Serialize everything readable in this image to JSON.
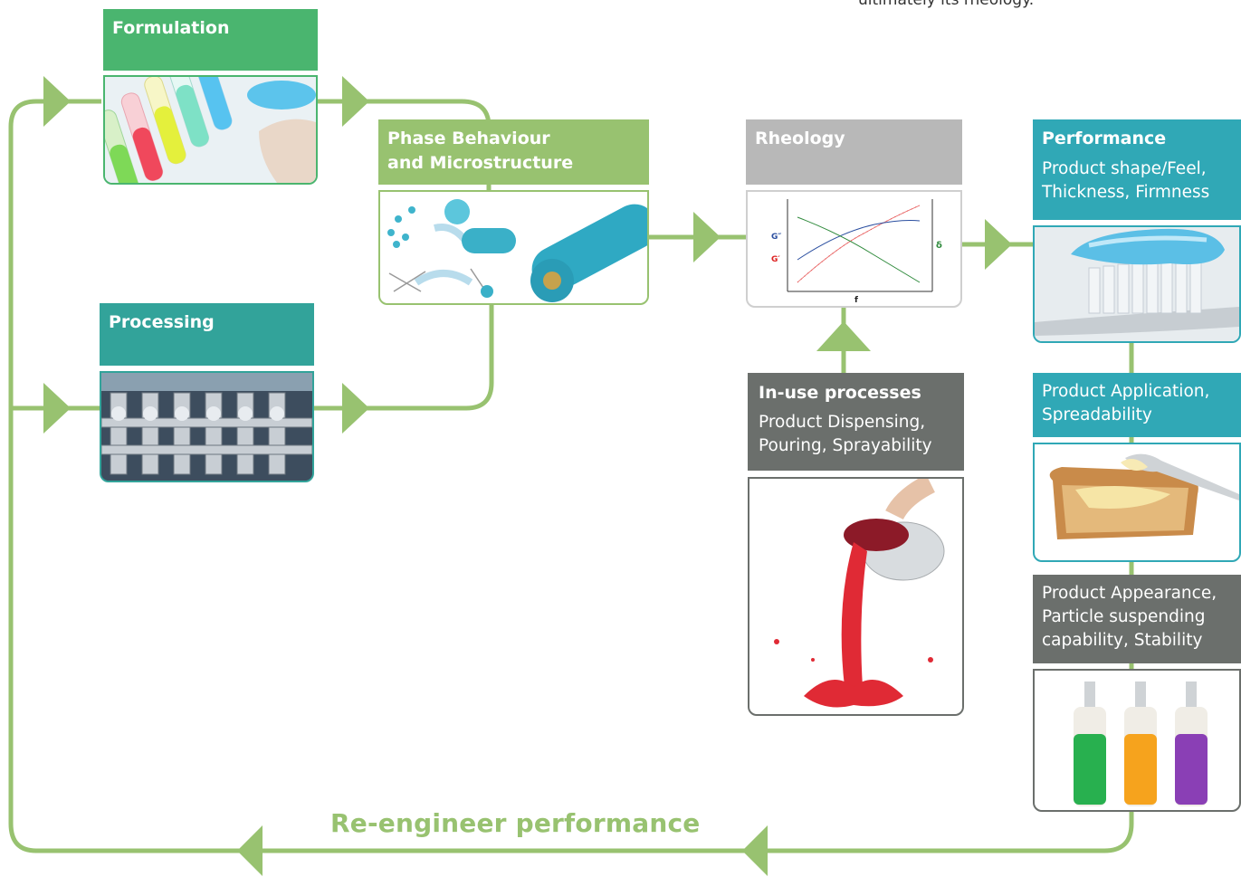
{
  "top_note": "ultimately its rheology.",
  "boxes": {
    "formulation": {
      "title": "Formulation"
    },
    "processing": {
      "title": "Processing"
    },
    "phase": {
      "title_line1": "Phase Behaviour",
      "title_line2": "and Microstructure"
    },
    "rheology": {
      "title": "Rheology",
      "plot_labels": {
        "g_double_prime": "G″",
        "g_prime": "G′",
        "delta": "δ",
        "f": "f"
      }
    },
    "inuse": {
      "title": "In-use processes",
      "line1": "Product Dispensing,",
      "line2": "Pouring, Sprayability"
    },
    "performance": {
      "title": "Performance",
      "line1": "Product shape/Feel,",
      "line2": "Thickness, Firmness"
    },
    "application": {
      "line1": "Product Application,",
      "line2": "Spreadability"
    },
    "appearance": {
      "line1": "Product Appearance,",
      "line2": "Particle suspending",
      "line3": "capability, Stability"
    }
  },
  "bottom_label": "Re-engineer performance",
  "colors": {
    "flow_line": "#98c270",
    "formulation": "#4ab56f",
    "processing": "#32a39a",
    "phase": "#98c270",
    "rheology": "#b8b8b8",
    "inuse": "#6b6f6c",
    "performance": "#30a8b6",
    "appearance": "#6b6f6c"
  }
}
